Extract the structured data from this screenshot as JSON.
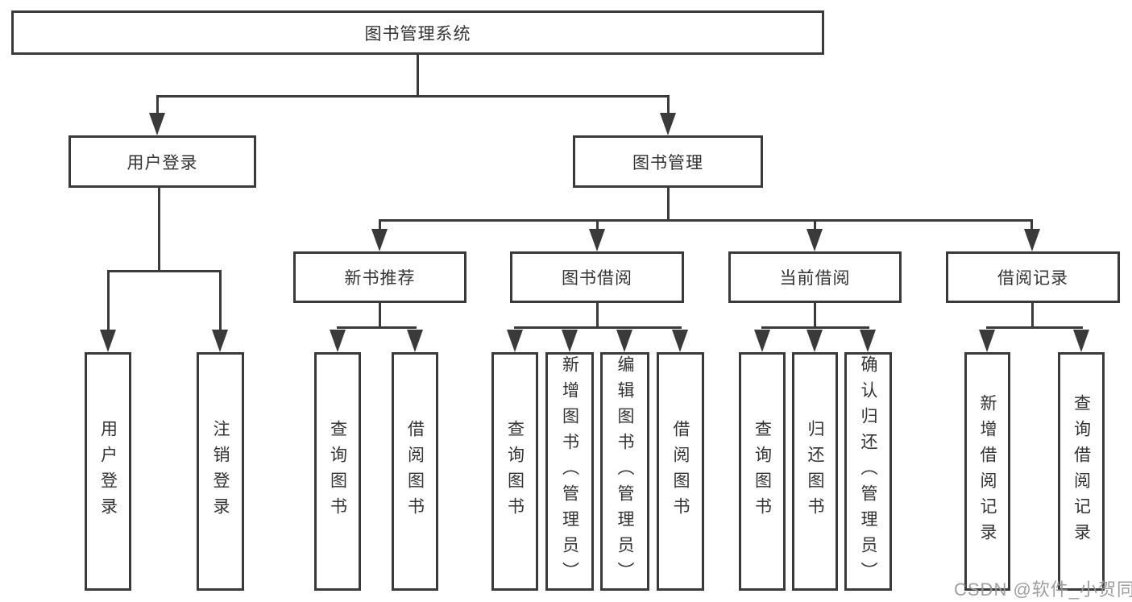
{
  "diagram": {
    "title": "图书管理系统",
    "root": {
      "label": "图书管理系统"
    },
    "level2": [
      {
        "label": "用户登录"
      },
      {
        "label": "图书管理"
      }
    ],
    "level3": [
      {
        "label": "新书推荐"
      },
      {
        "label": "图书借阅"
      },
      {
        "label": "当前借阅"
      },
      {
        "label": "借阅记录"
      }
    ],
    "leaves": {
      "user_login": [
        "用户登录",
        "注销登录"
      ],
      "new_book": [
        "查询图书",
        "借阅图书"
      ],
      "book_borrow": [
        "查询图书",
        "新增图书（管理员）",
        "编辑图书（管理员）",
        "借阅图书"
      ],
      "current_borrow": [
        "查询图书",
        "归还图书",
        "确认归还（管理员）"
      ],
      "borrow_record": [
        "新增借阅记录",
        "查询借阅记录"
      ]
    }
  },
  "watermark": "CSDN @软件_小贺同学",
  "colors": {
    "line": "#3a3a3a",
    "background": "#ffffff",
    "text": "#333333",
    "watermark": "#969696"
  }
}
